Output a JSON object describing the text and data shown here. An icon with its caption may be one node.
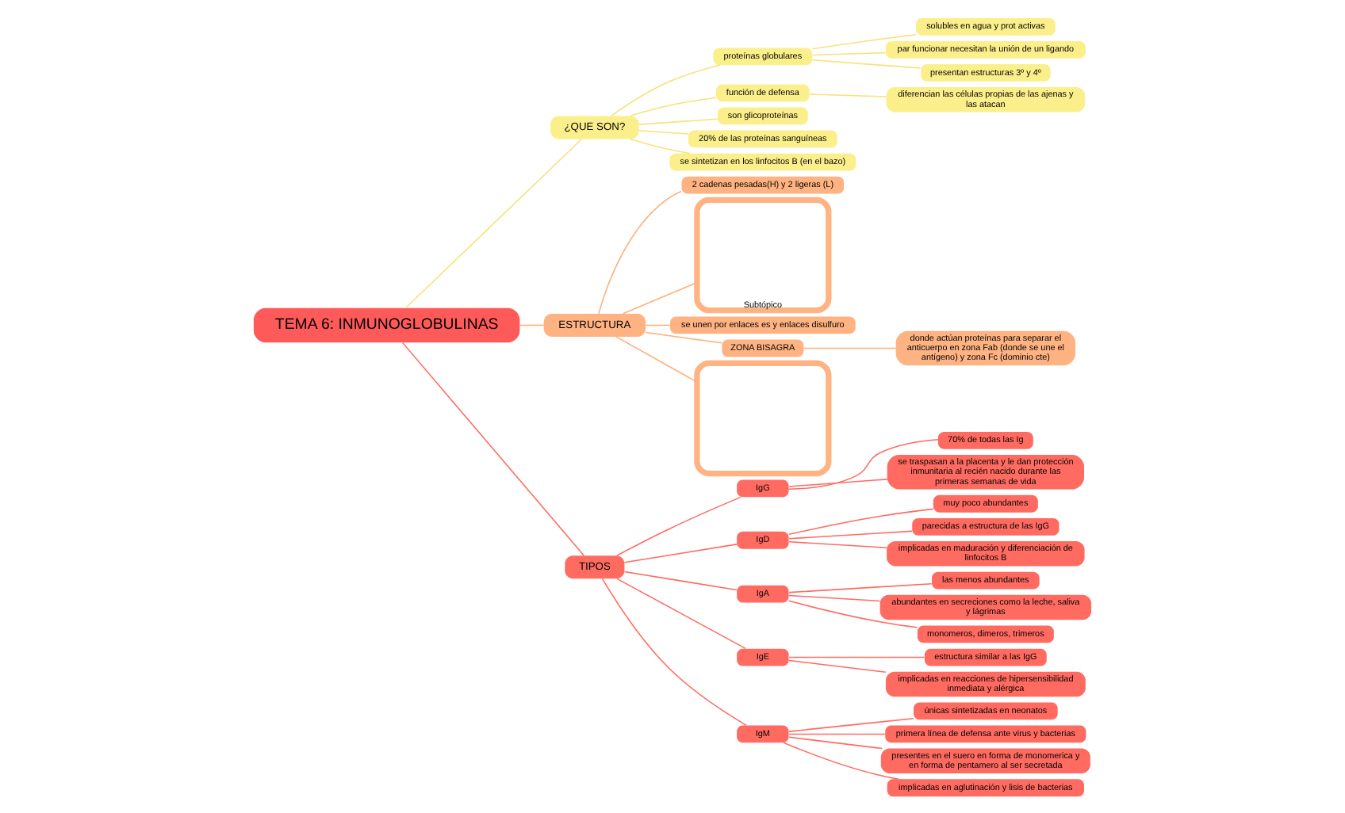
{
  "diagram": {
    "nodes": [
      {
        "text": [
          "TEMA 6: INMUNOGLOBULINAS"
        ]
      },
      {
        "text": [
          "¿QUE SON?"
        ]
      },
      {
        "text": [
          "proteínas globulares"
        ]
      },
      {
        "text": [
          "solubles en agua y prot activas"
        ]
      },
      {
        "text": [
          "par funcionar necesitan la unión de un ligando"
        ]
      },
      {
        "text": [
          "presentan estructuras 3º y 4º"
        ]
      },
      {
        "text": [
          "función de defensa"
        ]
      },
      {
        "text": [
          "diferencian las células propias de las ajenas y las atacan"
        ]
      },
      {
        "text": [
          "son glicoproteínas"
        ]
      },
      {
        "text": [
          "20% de las proteínas sanguíneas"
        ]
      },
      {
        "text": [
          "se sintetizan en los linfocitos B (en el bazo)"
        ]
      },
      {
        "text": [
          "ESTRUCTURA"
        ]
      },
      {
        "text": [
          "2 cadenas pesadas(H) y 2 ligeras (L)"
        ]
      },
      {
        "text": [
          "Subtópico"
        ]
      },
      {
        "text": [
          "se unen por enlaces es y enlaces disulfuro"
        ]
      },
      {
        "text": [
          "ZONA BISAGRA"
        ]
      },
      {
        "text": [
          "donde actúan proteínas para separar el anticuerpo en zona Fab (donde se une el antígeno) y zona Fc (dominio cte)"
        ]
      },
      {
        "text": [],
        "shape": "box"
      },
      {
        "text": [
          "TIPOS"
        ]
      },
      {
        "text": [
          "IgG"
        ]
      },
      {
        "text": [
          "70% de todas las Ig"
        ]
      },
      {
        "text": [
          "se traspasan a la placenta y le dan protección inmunitaria al recién nacido durante las primeras semanas de vida"
        ]
      },
      {
        "text": [
          "IgD"
        ]
      },
      {
        "text": [
          "muy poco abundantes"
        ]
      },
      {
        "text": [
          "parecidas a estructura de las IgG"
        ]
      },
      {
        "text": [
          "implicadas en maduración y diferenciación de linfocitos B"
        ]
      },
      {
        "text": [
          "IgA"
        ]
      },
      {
        "text": [
          "las menos abundantes"
        ]
      },
      {
        "text": [
          "abundantes en secreciones como la leche, saliva y lágrimas"
        ]
      },
      {
        "text": [
          "monomeros, dimeros, trimeros"
        ]
      },
      {
        "text": [
          "IgE"
        ]
      },
      {
        "text": [
          "estructura similar a las IgG"
        ]
      },
      {
        "text": [
          "implicadas en reacciones de hipersensibilidad inmediata y alérgica"
        ]
      },
      {
        "text": [
          "IgM"
        ]
      },
      {
        "text": [
          "únicas sintetizadas en neonatos"
        ]
      },
      {
        "text": [
          "primera línea de defensa ante virus y bacterias"
        ]
      },
      {
        "text": [
          "presentes en el suero en forma de monomerica y en forma de pentamero al ser secretada"
        ]
      },
      {
        "text": [
          "implicadas en aglutinación y lisis de bacterias"
        ]
      }
    ],
    "edges": [
      {
        "from": 0,
        "to": 1,
        "arrow": "none",
        "color": "#f7e27a"
      },
      {
        "from": 1,
        "to": 2,
        "arrow": "none",
        "color": "#f7e27a"
      },
      {
        "from": 2,
        "to": 3,
        "arrow": "none",
        "color": "#f7e27a"
      },
      {
        "from": 2,
        "to": 4,
        "arrow": "none",
        "color": "#f7e27a"
      },
      {
        "from": 2,
        "to": 5,
        "arrow": "none",
        "color": "#f7e27a"
      },
      {
        "from": 1,
        "to": 6,
        "arrow": "none",
        "color": "#f7e27a"
      },
      {
        "from": 6,
        "to": 7,
        "arrow": "none",
        "color": "#f7e27a"
      },
      {
        "from": 1,
        "to": 8,
        "arrow": "none",
        "color": "#f7e27a"
      },
      {
        "from": 1,
        "to": 9,
        "arrow": "none",
        "color": "#f7e27a"
      },
      {
        "from": 1,
        "to": 10,
        "arrow": "none",
        "color": "#f7e27a"
      },
      {
        "from": 0,
        "to": 11,
        "arrow": "none",
        "color": "#ffae78"
      },
      {
        "from": 11,
        "to": 12,
        "arrow": "none",
        "color": "#ffae78"
      },
      {
        "from": 11,
        "to": 13,
        "arrow": "none",
        "color": "#ffae78"
      },
      {
        "from": 11,
        "to": 14,
        "arrow": "none",
        "color": "#ffae78"
      },
      {
        "from": 11,
        "to": 15,
        "arrow": "none",
        "color": "#ffae78"
      },
      {
        "from": 15,
        "to": 16,
        "arrow": "none",
        "color": "#ffae78"
      },
      {
        "from": 11,
        "to": 17,
        "arrow": "none",
        "color": "#ffae78"
      },
      {
        "from": 0,
        "to": 18,
        "arrow": "none"
      },
      {
        "from": 18,
        "to": 19,
        "arrow": "none"
      },
      {
        "from": 19,
        "to": 20,
        "arrow": "none"
      },
      {
        "from": 19,
        "to": 21,
        "arrow": "none"
      },
      {
        "from": 18,
        "to": 22,
        "arrow": "none"
      },
      {
        "from": 22,
        "to": 23,
        "arrow": "none"
      },
      {
        "from": 22,
        "to": 24,
        "arrow": "none"
      },
      {
        "from": 22,
        "to": 25,
        "arrow": "none"
      },
      {
        "from": 18,
        "to": 26,
        "arrow": "none"
      },
      {
        "from": 26,
        "to": 27,
        "arrow": "none"
      },
      {
        "from": 26,
        "to": 28,
        "arrow": "none"
      },
      {
        "from": 26,
        "to": 29,
        "arrow": "none"
      },
      {
        "from": 18,
        "to": 30,
        "arrow": "none"
      },
      {
        "from": 30,
        "to": 31,
        "arrow": "none"
      },
      {
        "from": 30,
        "to": 32,
        "arrow": "none"
      },
      {
        "from": 18,
        "to": 33,
        "arrow": "none"
      },
      {
        "from": 33,
        "to": 34,
        "arrow": "none"
      },
      {
        "from": 33,
        "to": 35,
        "arrow": "none"
      },
      {
        "from": 33,
        "to": 36,
        "arrow": "none"
      },
      {
        "from": 33,
        "to": 37,
        "arrow": "none"
      }
    ]
  }
}
